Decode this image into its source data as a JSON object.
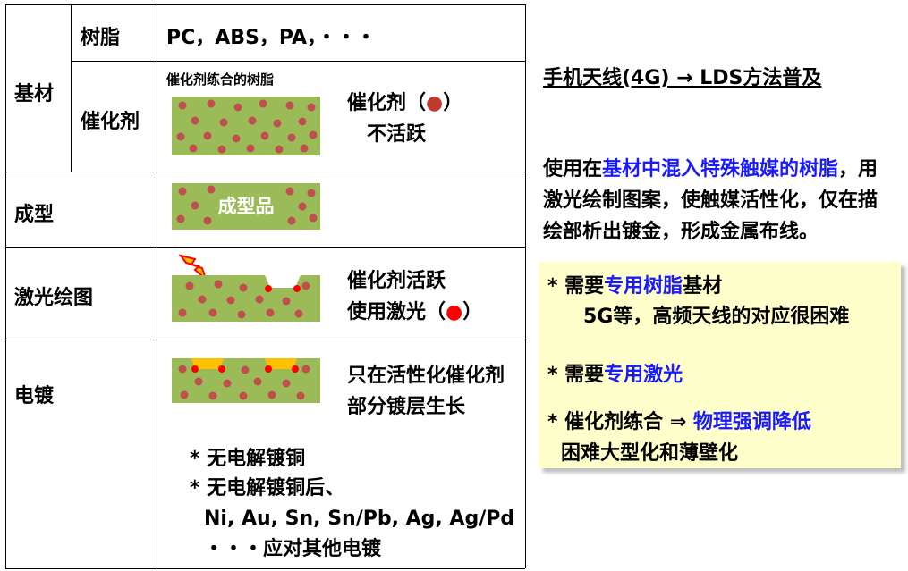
{
  "table": {
    "rows": [
      {
        "label": "基材"
      },
      {
        "label": "成型"
      },
      {
        "label": "激光绘图"
      },
      {
        "label": "电镀"
      }
    ],
    "substrate": {
      "resin_label": "树脂",
      "resin_value": "PC，ABS，PA，・・・",
      "catalyst_label": "催化剂",
      "caption": "催化剂练合的树脂",
      "catalyst_note_line1": "催化剂（",
      "catalyst_note_dot": "●",
      "catalyst_note_line1_end": "）",
      "catalyst_note_line2": "不活跃"
    },
    "molding": {
      "product_label": "成型品"
    },
    "laser": {
      "line1": "催化剂活跃",
      "line2_a": "使用激光（",
      "line2_dot": "●",
      "line2_b": "）"
    },
    "plating": {
      "line1": "只在活性化催化剂",
      "line2": "部分镀层生长",
      "notes": [
        "* 无电解镀铜",
        "* 无电解镀铜后、",
        "Ni, Au, Sn, Sn/Pb, Ag, Ag/Pd",
        "・・・应对其他电镀"
      ]
    }
  },
  "right": {
    "heading": "手机天线(4G) → LDS方法普及",
    "desc": {
      "p1": "使用在",
      "p1_highlight": "基材中混入特殊触媒的树脂",
      "p1_end": "，用",
      "line2": "激光绘制图案，使触媒活性化，仅在描",
      "line3": "绘部析出镀金，形成金属布线。"
    },
    "notes": {
      "n1_a": "* 需要",
      "n1_highlight": "专用树脂",
      "n1_b": "基材",
      "n1_sub": "5G等，高频天线的对应很困难",
      "n2_a": "* 需要",
      "n2_highlight": "专用激光",
      "n3_a": "* 催化剂练合 ⇒ ",
      "n3_highlight": "物理强调降低",
      "n3_sub": "困难大型化和薄壁化"
    }
  },
  "colors": {
    "resin_green": "#9bbb59",
    "catalyst_dot": "#c0504d",
    "highlight_blue": "#1a1aff",
    "note_bg": "#ffffcc",
    "plating_gold": "#ffc000"
  }
}
